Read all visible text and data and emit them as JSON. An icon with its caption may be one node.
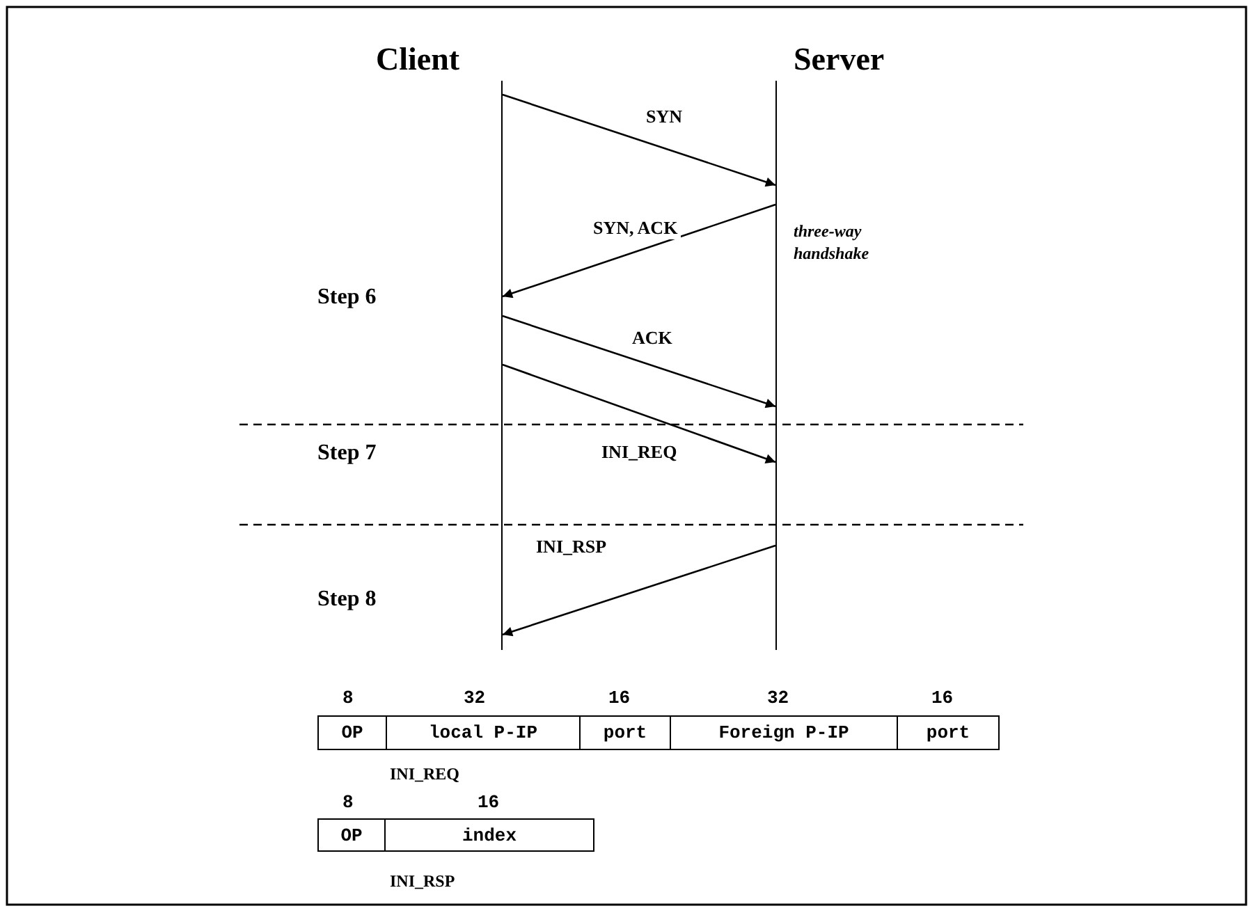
{
  "diagram": {
    "nodes": [
      {
        "text": [
          "Client"
        ]
      },
      {
        "text": [
          "Server"
        ]
      },
      {
        "text": [
          "OP"
        ]
      },
      {
        "text": [
          "local P-IP"
        ]
      },
      {
        "text": [
          "port"
        ]
      },
      {
        "text": [
          "Foreign P-IP"
        ]
      },
      {
        "text": [
          "port"
        ]
      },
      {
        "text": [
          "OP"
        ]
      },
      {
        "text": [
          "index"
        ]
      }
    ],
    "edges": [
      {
        "from": 0,
        "to": 1,
        "arrow": "to",
        "label": "SYN"
      },
      {
        "from": 1,
        "to": 0,
        "arrow": "to",
        "label": "SYN, ACK"
      },
      {
        "from": 0,
        "to": 1,
        "arrow": "to",
        "label": "ACK"
      },
      {
        "from": 0,
        "to": 1,
        "arrow": "to",
        "label": "INI_REQ"
      },
      {
        "from": 1,
        "to": 0,
        "arrow": "to",
        "label": "INI_RSP"
      }
    ],
    "labels": [
      "three-way handshake",
      "Step 6",
      "Step 7",
      "Step 8",
      "8",
      "32",
      "16",
      "32",
      "16",
      "INI_REQ",
      "8",
      "16",
      "INI_RSP"
    ]
  }
}
